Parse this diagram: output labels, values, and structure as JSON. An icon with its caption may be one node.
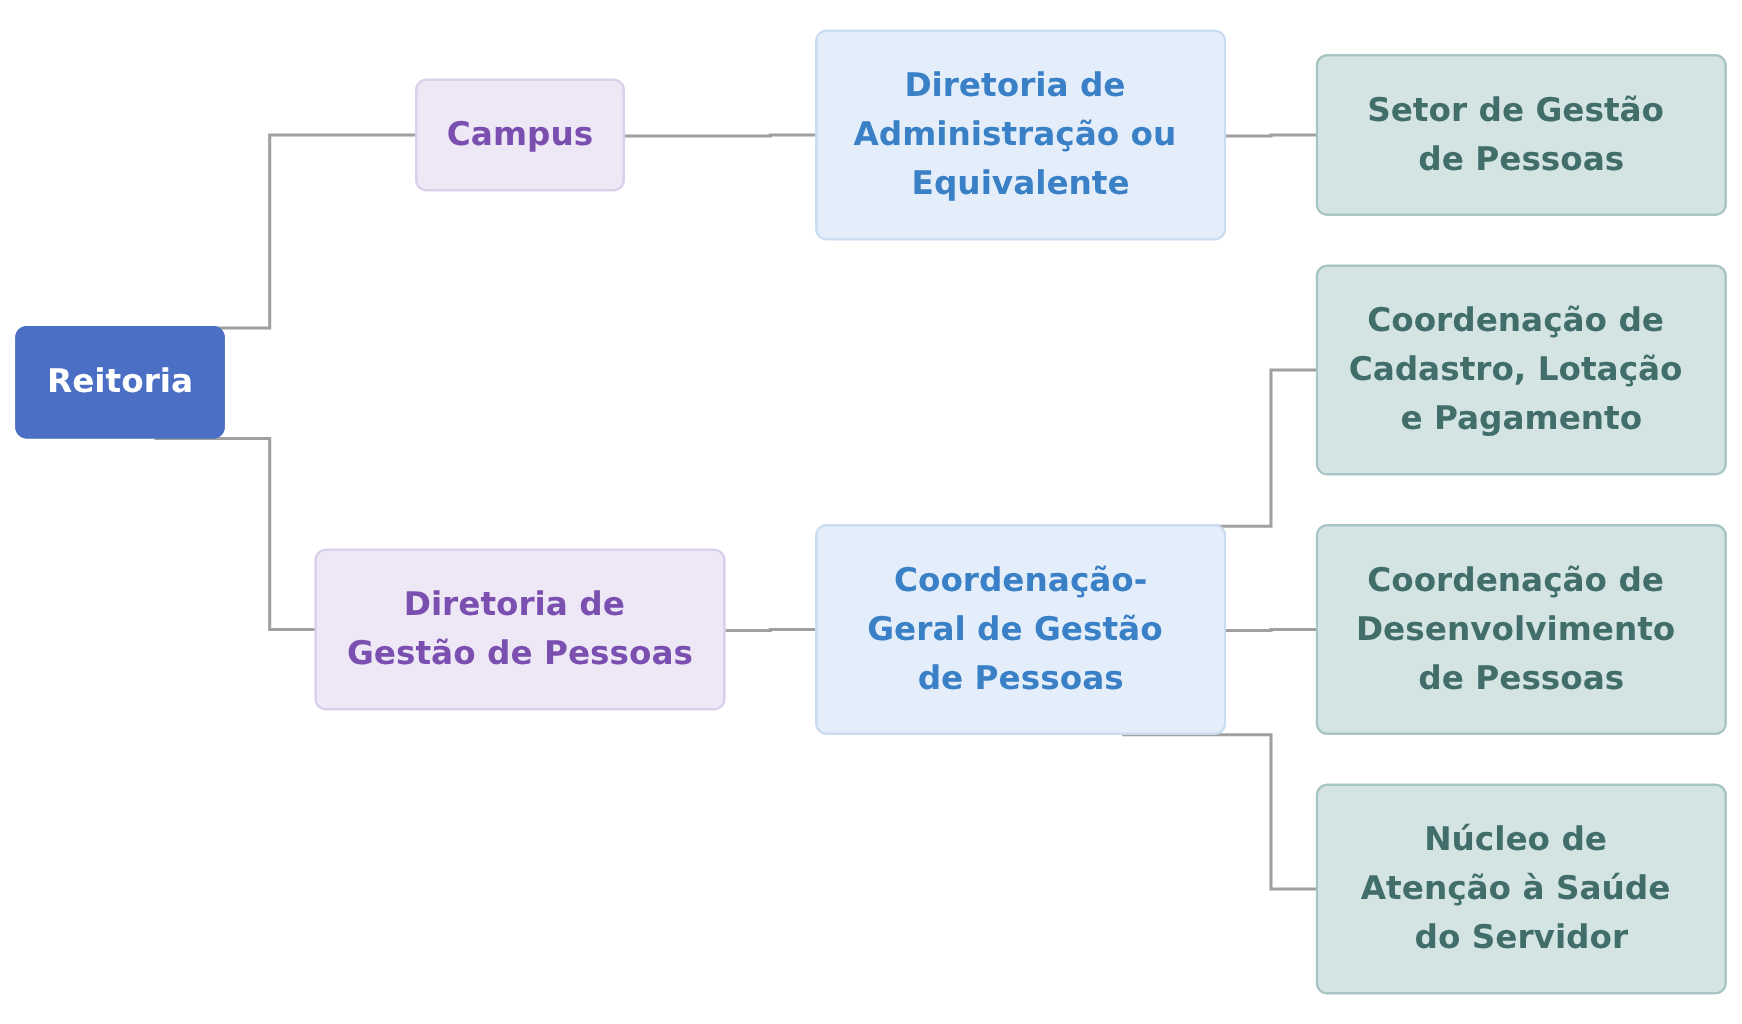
{
  "diagram": {
    "nodes": [
      {
        "text": [
          "Reitoria"
        ]
      },
      {
        "text": [
          "Campus"
        ]
      },
      {
        "text": [
          "Diretoria de Gestão de Pessoas"
        ]
      },
      {
        "text": [
          "Diretoria de Administração ou Equivalente"
        ]
      },
      {
        "text": [
          "Coordenação-Geral de Gestão de Pessoas"
        ]
      },
      {
        "text": [
          "Setor de Gestão de Pessoas"
        ]
      },
      {
        "text": [
          "Coordenação de Cadastro, Lotação e Pagamento"
        ]
      },
      {
        "text": [
          "Coordenação de Desenvolvimento de Pessoas"
        ]
      },
      {
        "text": [
          "Núcleo de Atenção à Saúde do Servidor"
        ]
      }
    ],
    "edges": [
      {
        "from": 0,
        "to": 1,
        "arrow": "none"
      },
      {
        "from": 0,
        "to": 2,
        "arrow": "none"
      },
      {
        "from": 1,
        "to": 3,
        "arrow": "none"
      },
      {
        "from": 3,
        "to": 5,
        "arrow": "none"
      },
      {
        "from": 2,
        "to": 4,
        "arrow": "none"
      },
      {
        "from": 4,
        "to": 6,
        "arrow": "none"
      },
      {
        "from": 4,
        "to": 7,
        "arrow": "none"
      },
      {
        "from": 4,
        "to": 8,
        "arrow": "none"
      }
    ]
  }
}
